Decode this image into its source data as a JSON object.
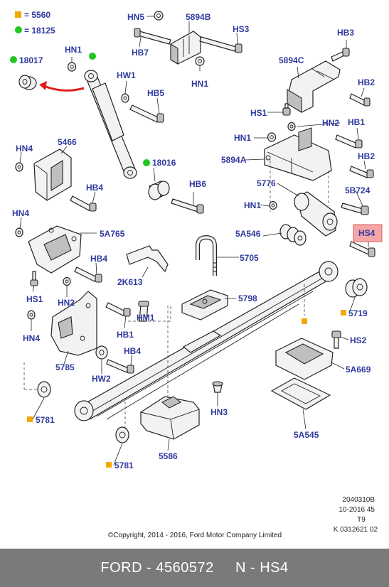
{
  "legend": [
    {
      "symbol": "square",
      "color": "#f5a800",
      "text": "= 5560"
    },
    {
      "symbol": "dot",
      "color": "#1ec81e",
      "text": "= 18125"
    }
  ],
  "labels": {
    "HN5": "HN5",
    "B5894": "5894B",
    "HS3": "HS3",
    "HB7": "HB7",
    "HN1_top": "HN1",
    "HN1_shock": "HN1",
    "N18017": "18017",
    "HW1": "HW1",
    "HB5": "HB5",
    "HB3": "HB3",
    "C5894": "5894C",
    "HB2_a": "HB2",
    "HS1_top": "HS1",
    "HN2_r": "HN2",
    "HN1_r": "HN1",
    "HB1_r": "HB1",
    "A5894": "5894A",
    "HB2_b": "HB2",
    "HN4_a": "HN4",
    "N5466": "5466",
    "N18016": "18016",
    "HB4_a": "HB4",
    "HB6": "HB6",
    "N5776": "5776",
    "B5724": "5B724",
    "HN1_r2": "HN1",
    "HN4_b": "HN4",
    "A5765": "5A765",
    "HB4_b": "HB4",
    "HS1_l": "HS1",
    "K2613": "2K613",
    "N5705": "5705",
    "A5546": "5A546",
    "HS4": "HS4",
    "HN2_l": "HN2",
    "HM1": "HM1",
    "N5798": "5798",
    "HB1_l": "HB1",
    "HN4_c": "HN4",
    "N5719": "5719",
    "HS2": "HS2",
    "N5785": "5785",
    "HB4_c": "HB4",
    "HW2": "HW2",
    "A5669": "5A669",
    "N5781_a": "5781",
    "HN3": "HN3",
    "A5545": "5A545",
    "N5586": "5586",
    "N5781_b": "5781"
  },
  "highlight": {
    "label": "HS4",
    "fill": "#f4a6a6",
    "border": "#e06060"
  },
  "meta": {
    "code1": "2040310B",
    "code2": "10-2016 45",
    "code3": "T9",
    "code4": "K 0312621 02",
    "copyright": "©Copyright, 2014 - 2016, Ford Motor Company Limited"
  },
  "footer": {
    "brand": "FORD",
    "part_number": "4560572",
    "code": "N - HS4"
  },
  "colors": {
    "label_blue": "#2f3a9e",
    "arrow_red": "#e02020",
    "footer_bg": "#7a7a7a"
  }
}
